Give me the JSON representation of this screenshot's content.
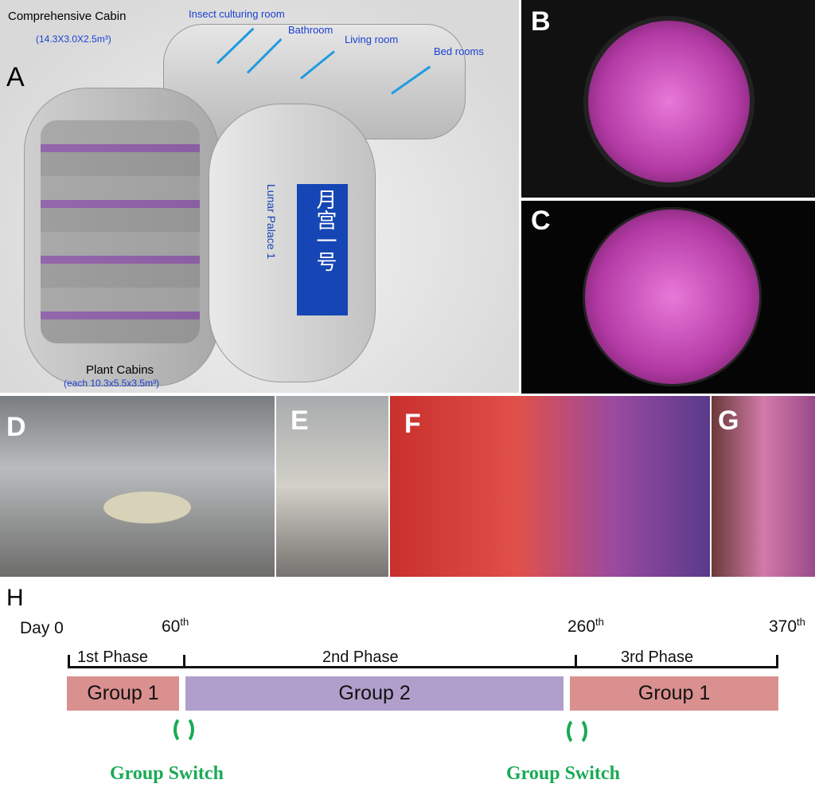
{
  "panel_a": {
    "letter": "A",
    "comprehensive_cabin": "Comprehensive Cabin",
    "comprehensive_dims": "(14.3X3.0X2.5m³)",
    "rooms": [
      "Insect culturing room",
      "Bathroom",
      "Living room",
      "Bed rooms"
    ],
    "plant_cabins": "Plant Cabins",
    "plant_dims": "(each 10.3x5.5x3.5m³)",
    "cabin_logo_cn": "月宫一号",
    "cabin_logo_en": "Lunar Palace 1"
  },
  "photo_panels": [
    "B",
    "C",
    "D",
    "E",
    "F",
    "G"
  ],
  "panel_h": {
    "letter": "H",
    "ticks": [
      {
        "label": "Day 0",
        "sup": "",
        "day": 0
      },
      {
        "label": "60",
        "sup": "th",
        "day": 60
      },
      {
        "label": "260",
        "sup": "th",
        "day": 260
      },
      {
        "label": "370",
        "sup": "th",
        "day": 370
      }
    ],
    "phases": [
      "1st Phase",
      "2nd Phase",
      "3rd Phase"
    ],
    "groups": [
      {
        "label": "Group 1",
        "start": 0,
        "end": 60,
        "color": "#d9908f"
      },
      {
        "label": "Group 2",
        "start": 60,
        "end": 260,
        "color": "#b19fcb"
      },
      {
        "label": "Group 1",
        "start": 260,
        "end": 370,
        "color": "#d9908f"
      }
    ],
    "switch_label": "Group Switch",
    "switch_color": "#1aaa55"
  }
}
